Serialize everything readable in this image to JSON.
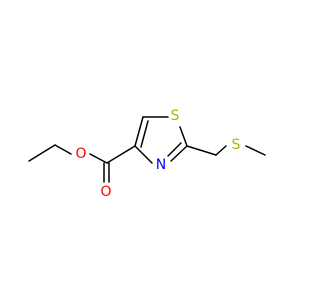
{
  "molecule": {
    "colors": {
      "bond": "#000000",
      "O": "#ff0000",
      "N": "#0000ff",
      "S": "#b2b200"
    },
    "atoms": {
      "O_carbonyl": "O",
      "O_ester": "O",
      "N_ring": "N",
      "S_ring": "S",
      "S_thioether": "S"
    }
  }
}
